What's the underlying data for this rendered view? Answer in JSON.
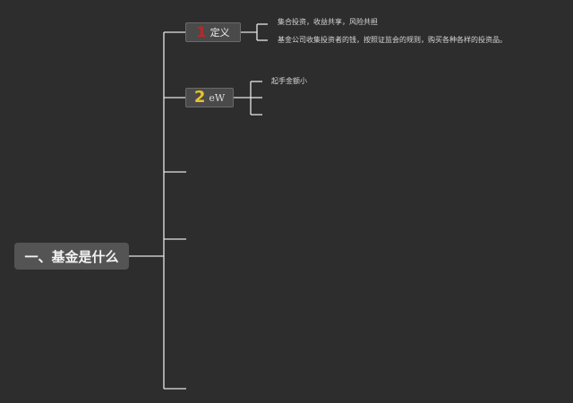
{
  "mindmap": {
    "root": {
      "label": "一、基金是什么"
    },
    "branches": [
      {
        "badge": "1",
        "label": "定义",
        "leaves": [
          "集合投资，收益共享，风险共担",
          "基金公司收集投资者的钱，按照证监会的规则，购买各种各样的投资品。"
        ]
      },
      {
        "badge": "2",
        "label": "eW",
        "leaves": [
          "起手金额小"
        ]
      }
    ]
  }
}
